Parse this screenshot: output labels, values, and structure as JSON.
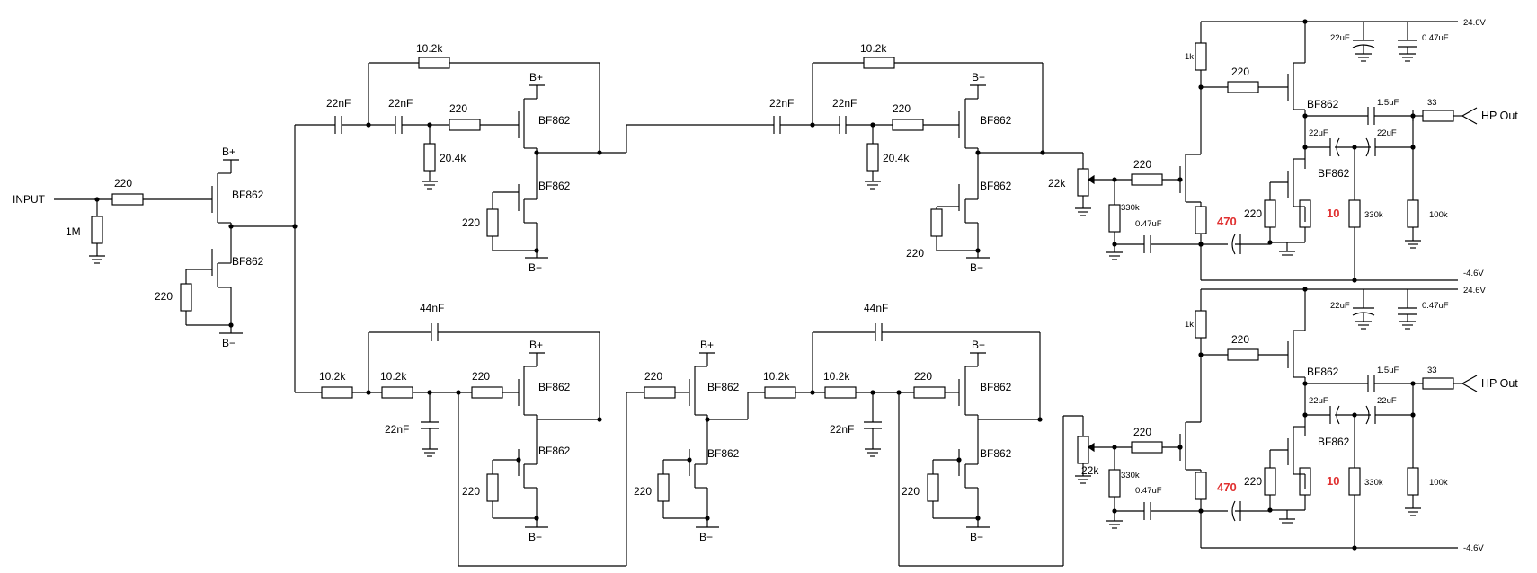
{
  "labels": {
    "input": "INPUT",
    "r_1m": "1M",
    "r_220": "220",
    "bf862": "BF862",
    "b_plus": "B+",
    "b_minus": "B−",
    "r_10_2k": "10.2k",
    "r_20_4k": "20.4k",
    "c_22nf": "22nF",
    "c_44nf": "44nF",
    "pot_22k": "22k",
    "r_1k": "1k",
    "r_330k": "330k",
    "r_100k": "100k",
    "r_33": "33",
    "r_470": "470",
    "r_10": "10",
    "c_22uf": "22uF",
    "c_047uf": "0.47uF",
    "c_15uf": "1.5uF",
    "hp_out": "HP Out",
    "v_pos": "24.6V",
    "v_neg": "-4.6V"
  }
}
